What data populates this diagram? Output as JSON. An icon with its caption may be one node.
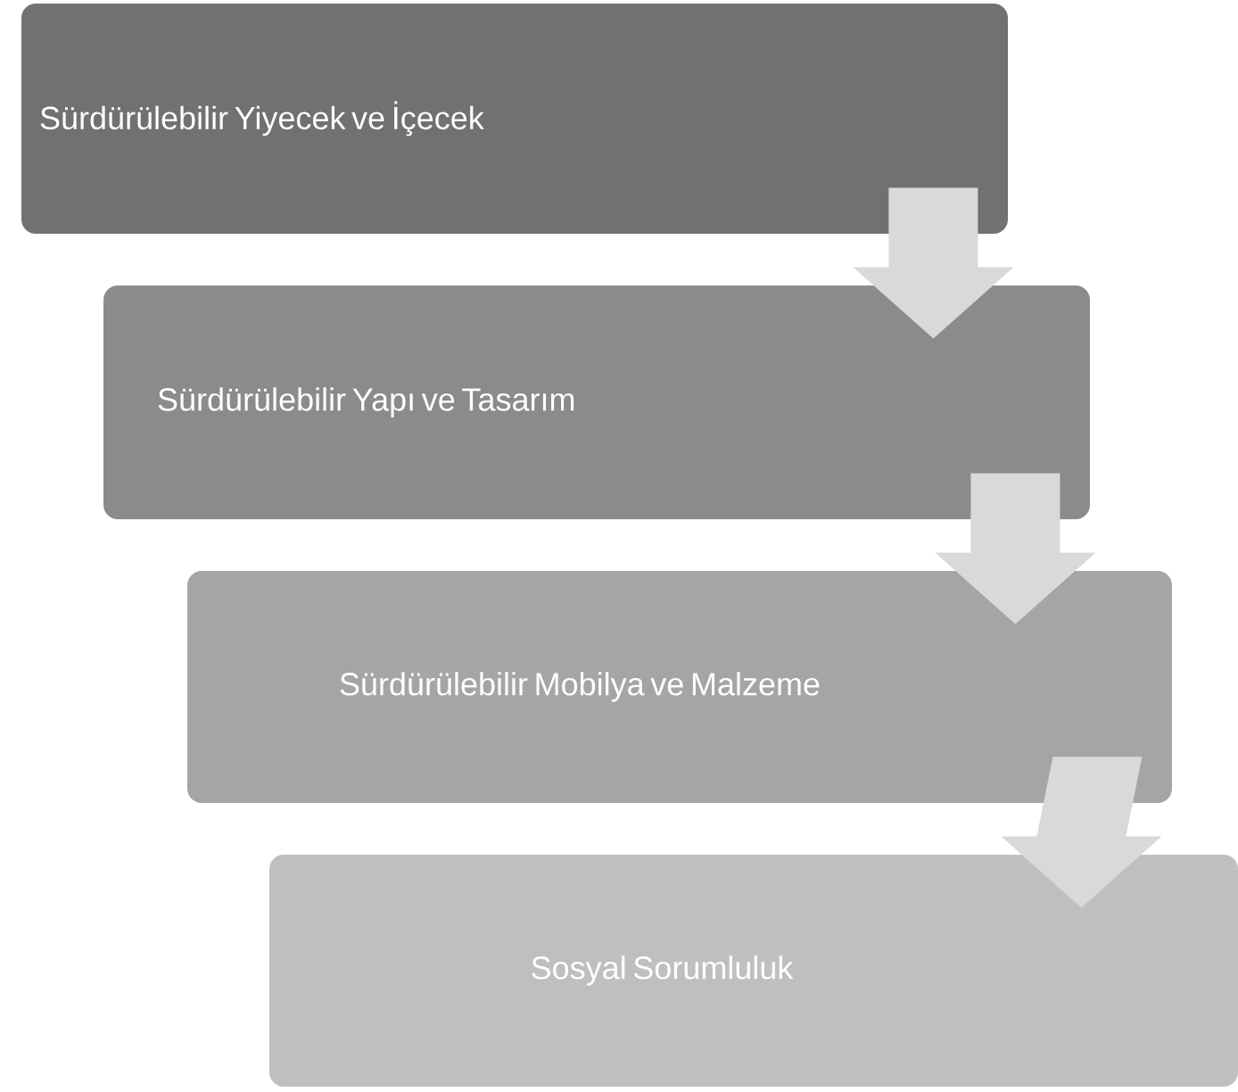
{
  "diagram": {
    "nodes": [
      {
        "text": [
          "Sürdürülebilir Yiyecek ve İçecek"
        ]
      },
      {
        "text": [
          "Sürdürülebilir Yapı ve Tasarım"
        ]
      },
      {
        "text": [
          "Sürdürülebilir Mobilya ve Malzeme"
        ]
      },
      {
        "text": [
          "Sosyal Sorumluluk"
        ]
      }
    ],
    "edges": [
      {
        "from": 0,
        "to": 1,
        "arrow": "to"
      },
      {
        "from": 1,
        "to": 2,
        "arrow": "to"
      },
      {
        "from": 2,
        "to": 3,
        "arrow": "to"
      }
    ]
  }
}
